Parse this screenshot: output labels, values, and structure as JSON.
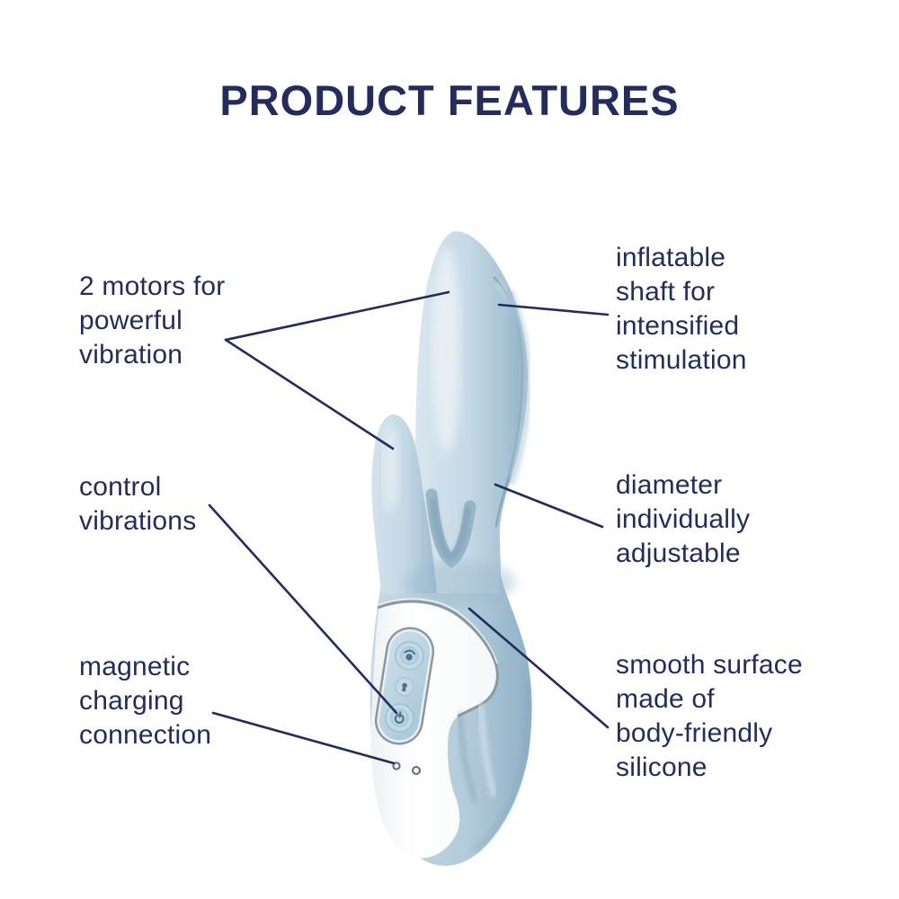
{
  "title": "PRODUCT FEATURES",
  "colors": {
    "navy_text_and_lines": "#232c5d",
    "body_blue_light": "#d9e6ef",
    "body_blue": "#c6d9e6",
    "body_blue_shadow": "#8fb0c6",
    "handle_white": "#ffffff",
    "chrome": "#8d979e",
    "panel_blue": "#bcd6e4",
    "button_icon_blue": "#4e718a"
  },
  "features": {
    "left": [
      {
        "id": "motors",
        "text": "2 motors for\npowerful\nvibration"
      },
      {
        "id": "control",
        "text": "control\nvibrations"
      },
      {
        "id": "charging",
        "text": "magnetic\ncharging\nconnection"
      }
    ],
    "right": [
      {
        "id": "inflatable",
        "text": "inflatable\nshaft for\nintensified\nstimulation"
      },
      {
        "id": "diameter",
        "text": "diameter\nindividually\nadjustable"
      },
      {
        "id": "smooth",
        "text": "smooth surface\nmade of\nbody-friendly\nsilicone"
      }
    ]
  },
  "product": {
    "description": "light blue rabbit-style massager with white handle",
    "button_icons": [
      "air-inflate-icon",
      "boost-keyhole-icon",
      "power-icon"
    ],
    "charging_contacts": 2
  }
}
